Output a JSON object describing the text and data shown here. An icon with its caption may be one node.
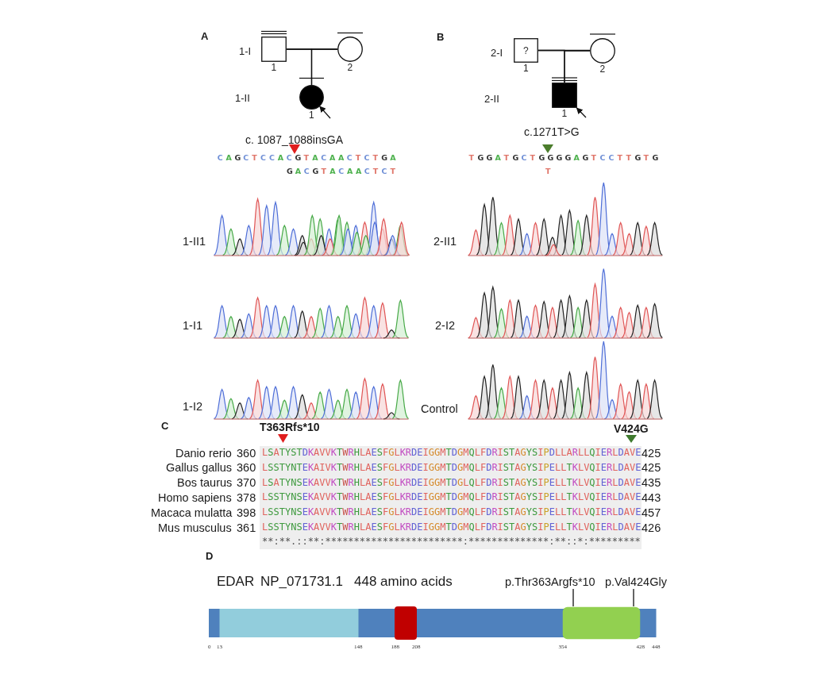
{
  "diagram": {
    "nodes": [
      {
        "text": [],
        "shape": "box",
        "beside": [
          "1"
        ]
      },
      {
        "text": [],
        "shape": "circle",
        "beside": [
          "2"
        ]
      },
      {
        "text": [],
        "shape": "circle",
        "beside": [
          "1"
        ]
      },
      {
        "text": [
          "?"
        ],
        "beside": [
          "1"
        ]
      },
      {
        "text": [],
        "shape": "circle",
        "beside": [
          "2"
        ]
      },
      {
        "text": [],
        "shape": "box",
        "beside": [
          "1"
        ]
      },
      {
        "text": [
          "p.Thr363Argfs*10"
        ]
      },
      {
        "text": [
          "p.Val424Gly"
        ]
      },
      {
        "text": [],
        "shape": "box"
      }
    ],
    "edges": [
      {
        "from": 0,
        "to": 1,
        "arrow": "none"
      },
      {
        "from": 0,
        "to": 2,
        "arrow": "none"
      },
      {
        "from": 1,
        "to": 2,
        "arrow": "none"
      },
      {
        "from": null,
        "to": 2,
        "arrow": "to"
      },
      {
        "from": 3,
        "to": 4,
        "arrow": "none"
      },
      {
        "from": 3,
        "to": 5,
        "arrow": "none"
      },
      {
        "from": 4,
        "to": 5,
        "arrow": "none"
      },
      {
        "from": null,
        "to": 5,
        "arrow": "to"
      },
      {
        "from": 6,
        "to": 8,
        "arrow": "none"
      },
      {
        "from": 7,
        "to": 8,
        "arrow": "none"
      }
    ],
    "labels": [
      "A",
      "1-I",
      "1-II",
      "B",
      "2-I",
      "2-II",
      "c. 1087_1088insGA",
      "c.1271T>G",
      "C A G C T C C A C G T A C A A C T C T G A",
      "T G G A T G C T G G G G A G T C C T T G T G",
      "G A C G T A C A A C T C T",
      "T",
      "1-II1",
      "2-II1",
      "1-I1",
      "2-I2",
      "1-I2",
      "Control",
      "C",
      "T363Rfs*10",
      "V424G",
      "Danio rerio",
      "360",
      "LSATYSTDKAVVKTWRHLAESFGLKRDEIGGMTDGMQLFDRISTAGYSIPDLLARLLQIERLDAVE",
      "425",
      "Gallus gallus",
      "360",
      "LSSTYNTEKAIVKTWRHLAESFGLKRDEIGGMTDGMQLFDRISTAGYSIPELLTKLVQIERLDAVE",
      "425",
      "Bos taurus",
      "370",
      "LSATYNSEKAVVKTWRHLAESFGLKRDEIGGMTDGLQLFDRISTAGYSIPELLTKLVQIERLDAVE",
      "435",
      "Homo sapiens",
      "378",
      "LSSTYNSEKAVVKTWRHLAESFGLKRDEIGGMTDGMQLFDRISTAGYSIPELLTKLVQIERLDAVE",
      "443",
      "Macaca mulatta",
      "398",
      "LSSTYNSEKAVVKTWRHLAESFGLKRDEIGGMTDGMQLFDRISTAGYSIPELLTKLVQIERLDAVE",
      "457",
      "Mus musculus",
      "361",
      "LSSTYNSEKAVVKTWRHLAESFGLKRDEIGGMTDGMQLFDRISTAGYSIPELLTKLVQIERLDAVE",
      "426",
      "**:**.::**:************************:**************:**::*:*********",
      "D",
      "EDAR",
      "NP_071731.1",
      "448 amino acids",
      "0",
      "13",
      "148",
      "188",
      "208",
      "354",
      "428",
      "448"
    ]
  }
}
